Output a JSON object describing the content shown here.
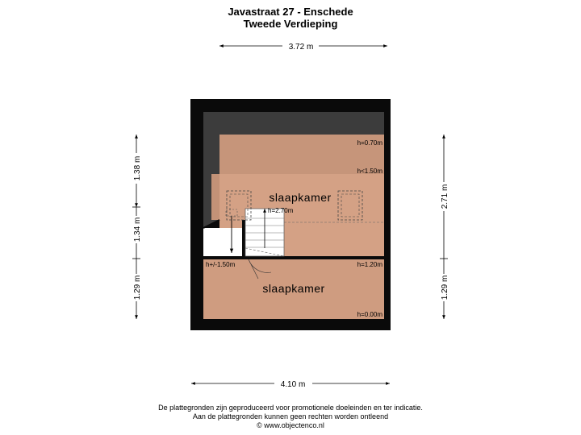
{
  "header": {
    "title": "Javastraat 27 - Enschede",
    "subtitle": "Tweede Verdieping"
  },
  "dimensions": {
    "top_width": "3.72 m",
    "bottom_width": "4.10 m",
    "left_upper": "1.38 m",
    "left_middle": "1.34 m",
    "left_lower": "1.29 m",
    "right_upper": "2.71 m",
    "right_lower": "1.29 m"
  },
  "rooms": {
    "upper_name": "slaapkamer",
    "lower_name": "slaapkamer"
  },
  "heights": {
    "h_070": "h=0.70m",
    "h_150": "h<1.50m",
    "h_270": "h=2.70m",
    "h_stair": "h+/-1.50m",
    "h_120": "h=1.20m",
    "h_000": "h=0.00m"
  },
  "colors": {
    "wall": "#0a0a0a",
    "sloped_roof": "#3c3c3c",
    "room_upper_low": "#c6957a",
    "room_upper": "#d4a185",
    "room_lower": "#cf9c80",
    "stair_fill": "#ffffff"
  },
  "footer": {
    "line1": "De plattegronden zijn geproduceerd voor promotionele doeleinden en ter indicatie.",
    "line2": "Aan de plattegronden kunnen geen rechten worden ontleend",
    "line3": "© www.objectenco.nl"
  }
}
